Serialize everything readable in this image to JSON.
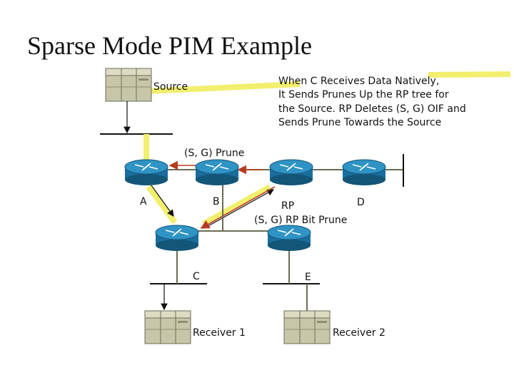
{
  "title": "Sparse Mode PIM Example",
  "labels": {
    "source": "Source",
    "router_a": "A",
    "router_b": "B",
    "router_rp": "RP",
    "router_d": "D",
    "router_c": "C",
    "router_e": "E",
    "receiver1": "Receiver 1",
    "receiver2": "Receiver 2",
    "sg_prune": "(S, G) Prune",
    "sg_rp_bit_prune": "(S, G) RP Bit Prune"
  },
  "note_lines": [
    "When C Receives Data Natively,",
    "It Sends Prunes Up the RP tree for",
    "the Source. RP Deletes (S, G) OIF and",
    "Sends Prune Towards the Source"
  ],
  "colors": {
    "router_blue": "#1a6e9e",
    "router_top": "#2f93c4",
    "highlight_yellow": "#f2ef6e",
    "prune_arrow": "#b73a20",
    "host_beige": "#c8c6a8"
  },
  "icons": {
    "router": "router-icon",
    "host": "server-icon"
  }
}
